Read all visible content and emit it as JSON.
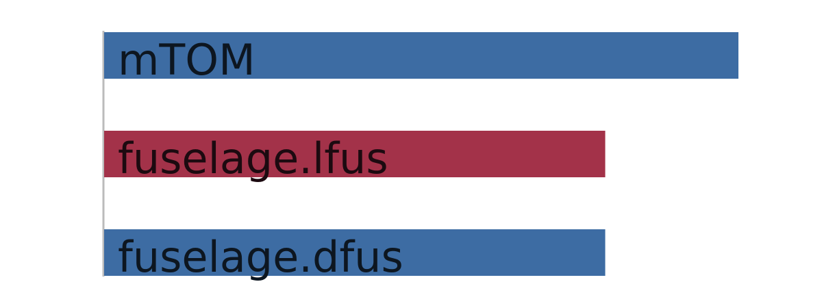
{
  "chart_data": {
    "type": "bar",
    "orientation": "horizontal",
    "title": "",
    "xlabel": "",
    "ylabel": "",
    "grid": false,
    "legend": "none",
    "categories": [
      "mTOM",
      "fuselage.lfus",
      "fuselage.dfus"
    ],
    "values": [
      1.0,
      0.79,
      0.79
    ],
    "xlim": [
      0,
      1.1
    ],
    "colors": [
      "#3d6ca3",
      "#a33249",
      "#3d6ca3"
    ],
    "label_color": "#0d1620",
    "label_color_alt": "#1c0a10",
    "axis_color": "#bbbbbb"
  }
}
